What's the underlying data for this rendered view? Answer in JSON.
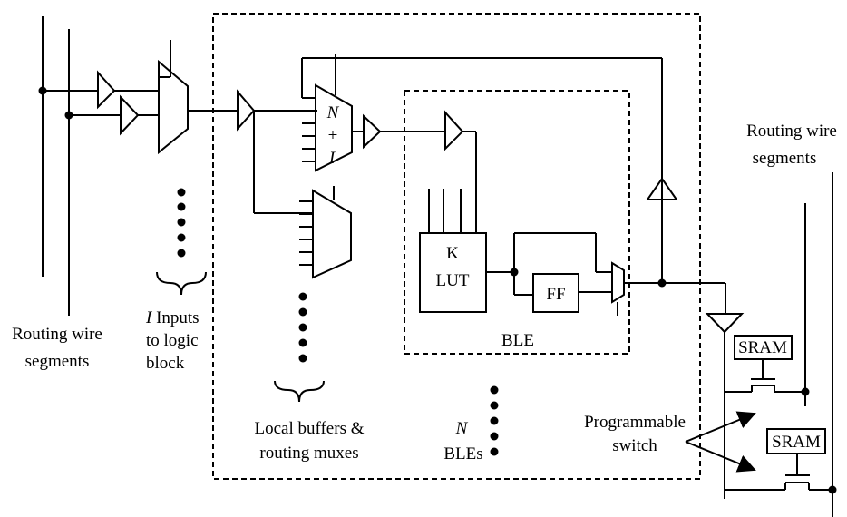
{
  "labels": {
    "routing_left_line1": "Routing wire",
    "routing_left_line2": "segments",
    "inputs_var": "I",
    "inputs_line1": " Inputs",
    "inputs_line2": "to logic",
    "inputs_line3": "block",
    "local_line1": "Local buffers &",
    "local_line2": "routing muxes",
    "n_var": "N",
    "bles_text": "BLEs",
    "mux_n": "N",
    "mux_plus": "+",
    "mux_i": "I",
    "lut_k": "K",
    "lut_text": "LUT",
    "ff": "FF",
    "ble": "BLE",
    "routing_right_line1": "Routing wire",
    "routing_right_line2": "segments",
    "sram_top": "SRAM",
    "sram_bottom": "SRAM",
    "prog_line1": "Programmable",
    "prog_line2": "switch"
  }
}
